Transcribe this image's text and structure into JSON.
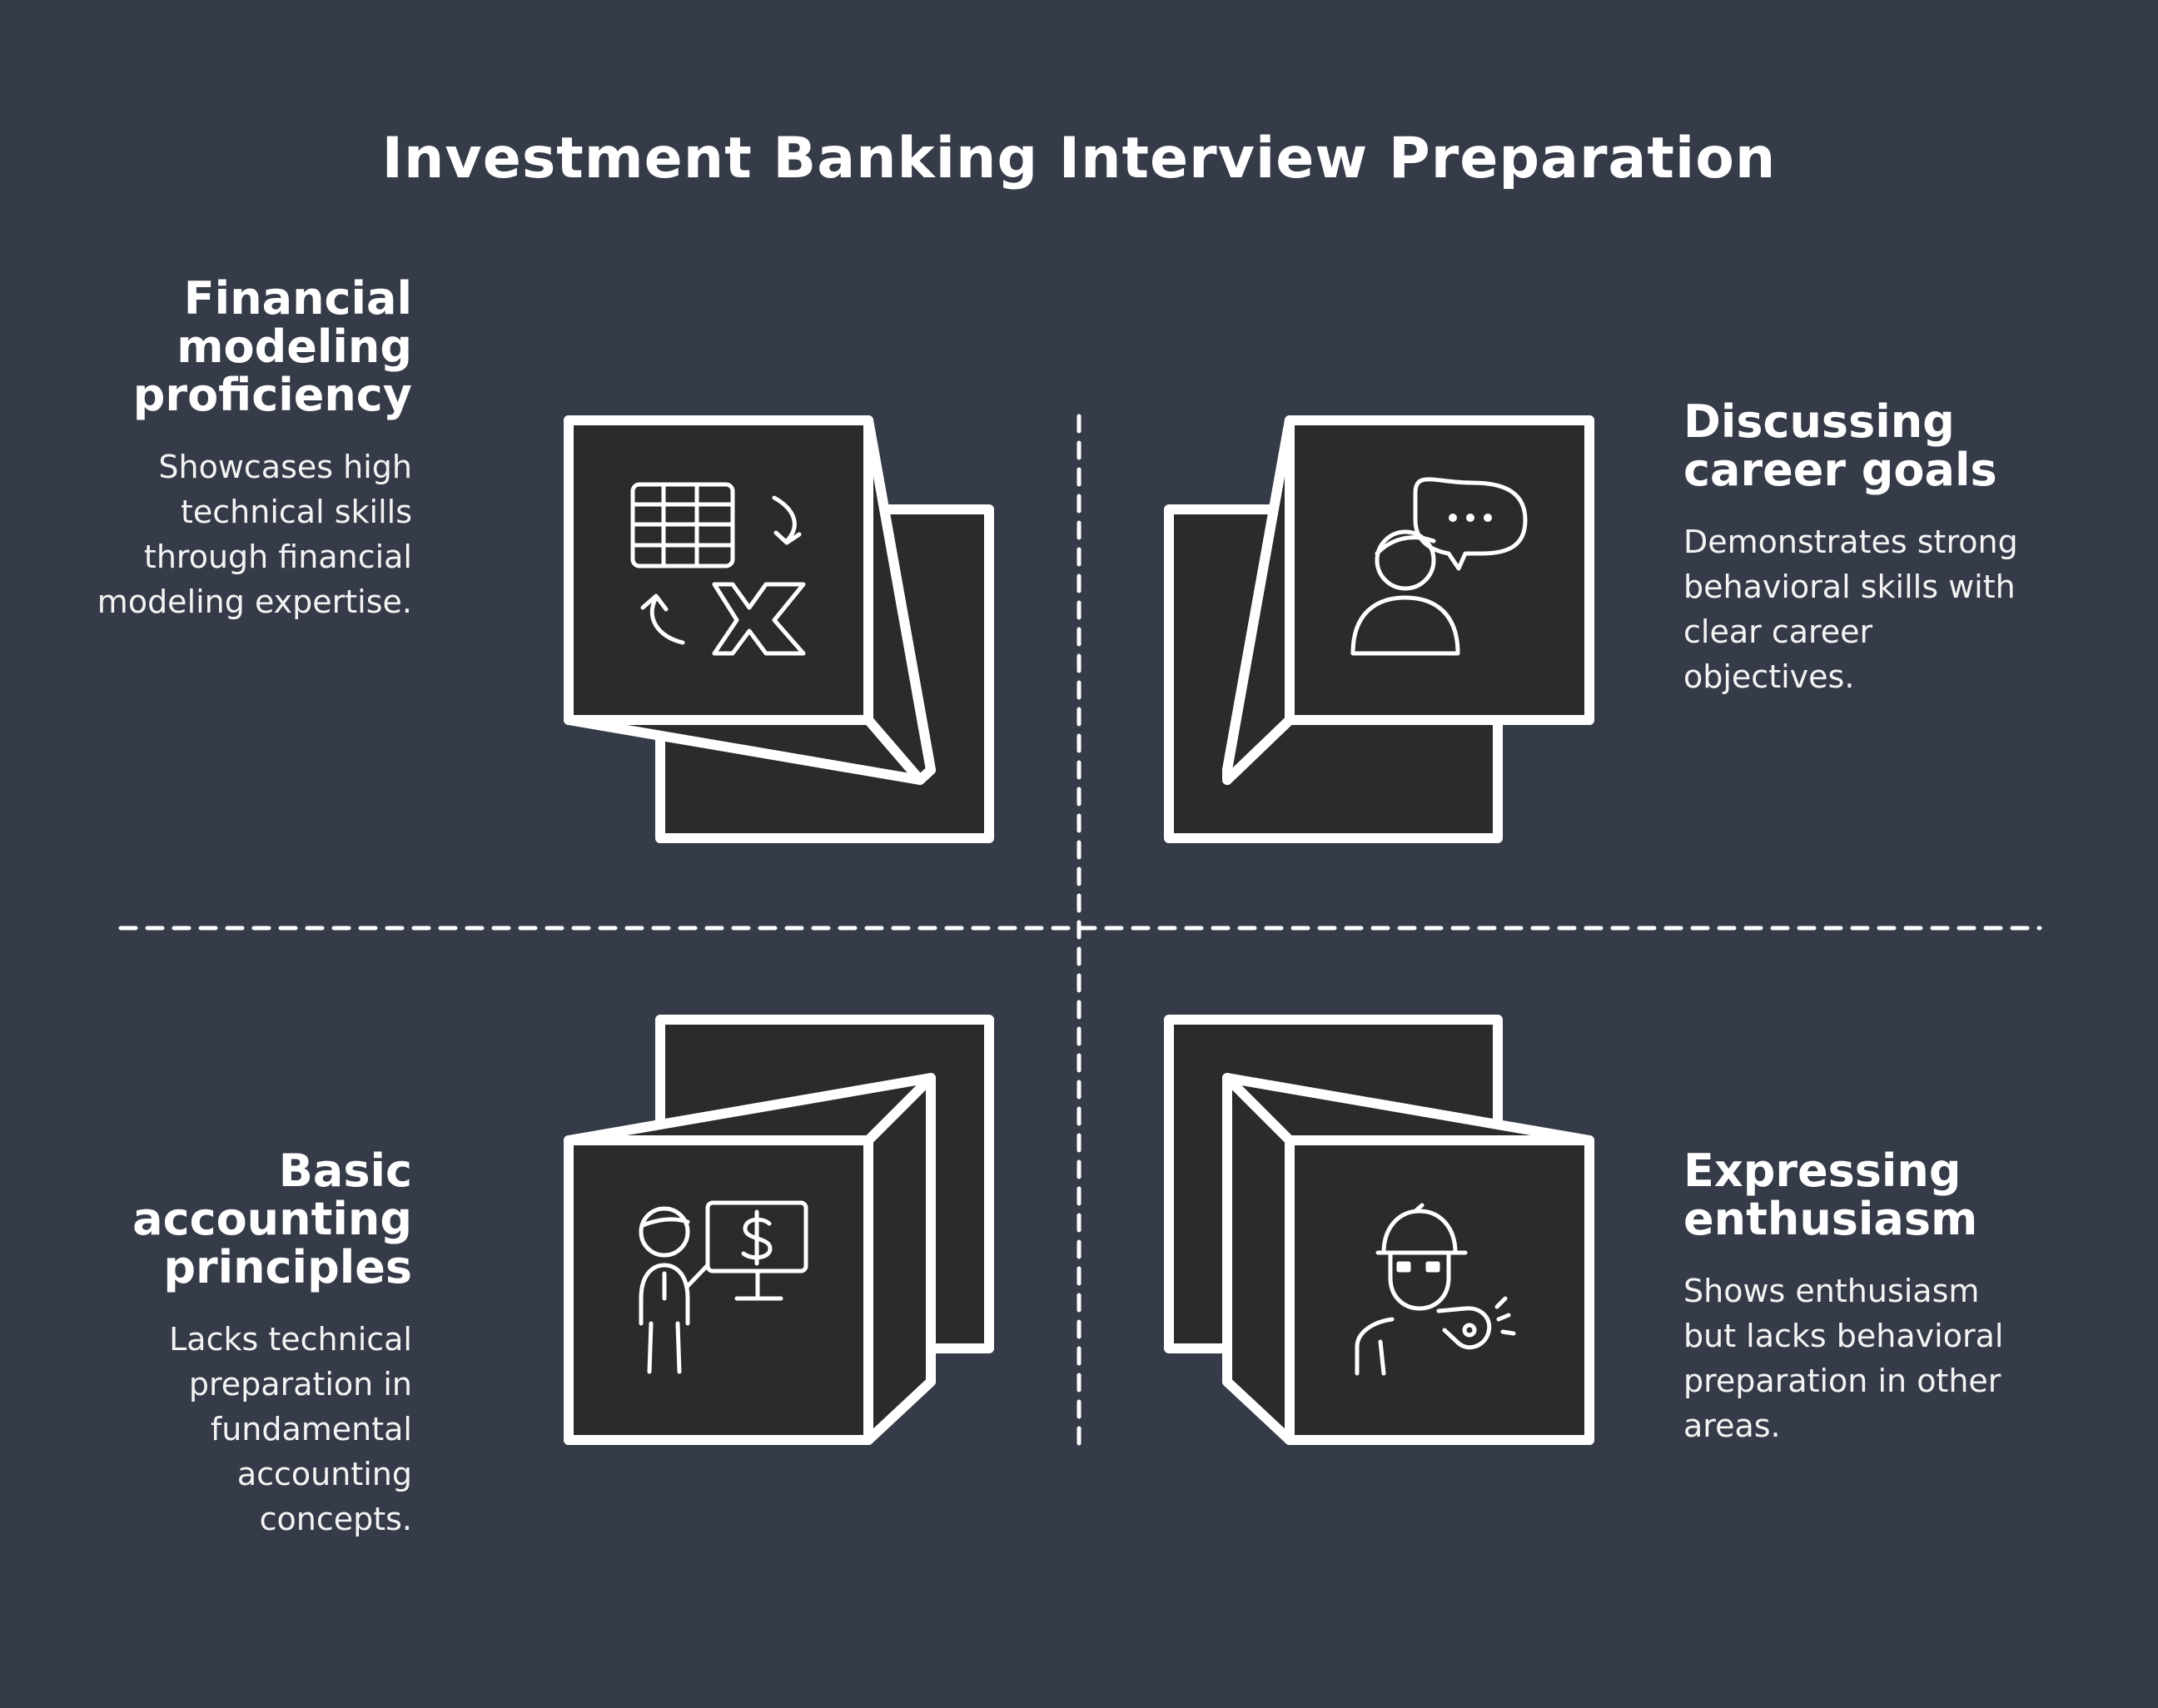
{
  "title": "Investment Banking Interview Preparation",
  "colors": {
    "background": "#353b48",
    "box_fill": "#2b2b2b",
    "stroke": "#ffffff"
  },
  "quadrants": {
    "top_left": {
      "heading": "Financial modeling proficiency",
      "description": "Showcases high technical skills through financial modeling expertise.",
      "icon": "spreadsheet-excel-icon"
    },
    "top_right": {
      "heading": "Discussing career goals",
      "description": "Demonstrates strong behavioral skills with clear career objectives.",
      "icon": "person-speech-bubble-icon"
    },
    "bottom_left": {
      "heading": "Basic accounting principles",
      "description": "Lacks technical preparation in fundamental accounting concepts.",
      "icon": "presenter-dollar-board-icon"
    },
    "bottom_right": {
      "heading": "Expressing enthusiasm",
      "description": "Shows enthusiasm but lacks behavioral preparation in other areas.",
      "icon": "person-whistle-icon"
    }
  }
}
